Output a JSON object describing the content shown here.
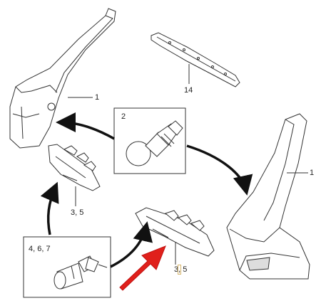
{
  "labels": {
    "left_pillar": "1",
    "right_pillar": "1",
    "bulb_box": "2",
    "light_strip": "14",
    "left_lamp_a": "3",
    "left_lamp_sep": ",",
    "left_lamp_b": "5",
    "right_lamp_a": "3",
    "right_lamp_sep": ",",
    "right_lamp_b": "5",
    "socket_box": "4, 6, 7"
  },
  "colors": {
    "line": "#333333",
    "arrow_red": "#e0201b",
    "highlight": "#d6b46a"
  }
}
